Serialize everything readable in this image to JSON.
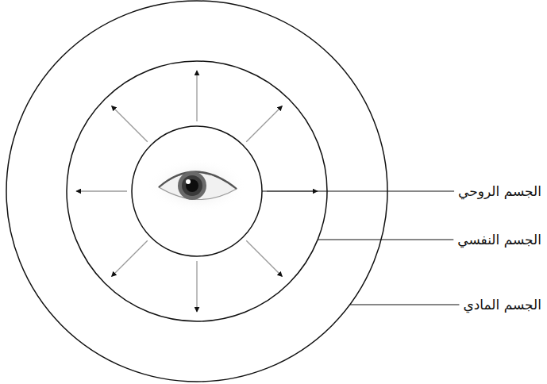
{
  "diagram": {
    "labels": [
      "الجسم الروحي",
      "الجسم النفسي",
      "الجسم المادي"
    ]
  }
}
